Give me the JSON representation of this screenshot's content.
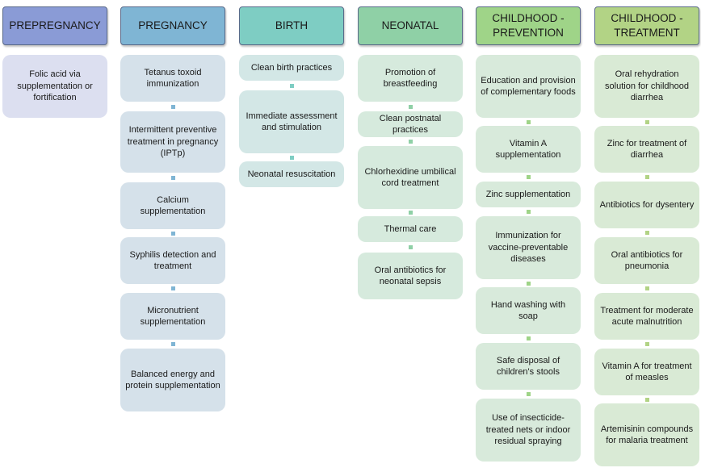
{
  "columns": [
    {
      "title": "PREPREGNANCY",
      "color": "#8a9bd6",
      "box_color": "#dcdff0",
      "items": [
        "Folic acid via supplementation or fortification"
      ]
    },
    {
      "title": "PREGNANCY",
      "color": "#7fb5d4",
      "box_color": "#d5e1ea",
      "items": [
        "Tetanus toxoid immunization",
        "Intermittent preventive treatment in pregnancy (IPTp)",
        "Calcium supplementation",
        "Syphilis detection and treatment",
        "Micronutrient supplementation",
        "Balanced energy and protein supplementation"
      ]
    },
    {
      "title": "BIRTH",
      "color": "#7ecdc3",
      "box_color": "#d3e7e6",
      "items": [
        "Clean birth practices",
        "Immediate assessment and stimulation",
        "Neonatal resuscitation"
      ]
    },
    {
      "title": "NEONATAL",
      "color": "#8fd0a6",
      "box_color": "#d6eadd",
      "items": [
        "Promotion of breastfeeding",
        "Clean postnatal practices",
        "Chlorhexidine umbilical cord treatment",
        "Thermal care",
        "Oral antibiotics for neonatal sepsis"
      ]
    },
    {
      "title": "CHILDHOOD - PREVENTION",
      "color": "#9fd488",
      "box_color": "#d8eadb",
      "items": [
        "Education and provision of complementary foods",
        "Vitamin A supplementation",
        "Zinc supplementation",
        "Immunization for vaccine-preventable diseases",
        "Hand washing with soap",
        "Safe disposal of children's stools",
        "Use of insecticide-treated nets or indoor residual spraying"
      ]
    },
    {
      "title": "CHILDHOOD - TREATMENT",
      "color": "#b2d385",
      "box_color": "#d9ead5",
      "items": [
        "Oral rehydration solution for childhood diarrhea",
        "Zinc for treatment of diarrhea",
        "Antibiotics for dysentery",
        "Oral antibiotics for pneumonia",
        "Treatment for moderate acute malnutrition",
        "Vitamin A for treatment of measles",
        "Artemisinin compounds for malaria treatment"
      ]
    }
  ]
}
